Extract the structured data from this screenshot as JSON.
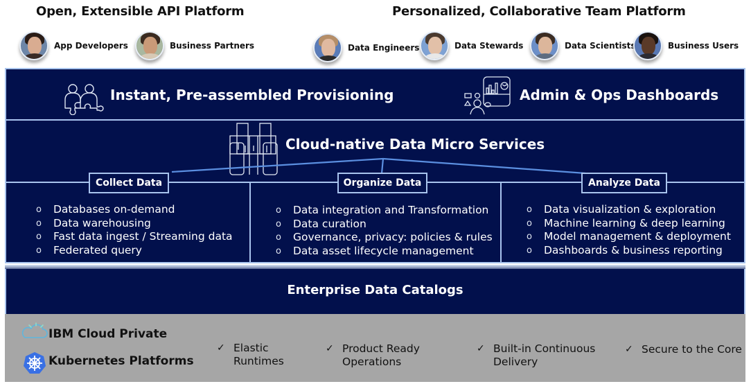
{
  "headings": {
    "api_platform": "Open, Extensible API Platform",
    "team_platform": "Personalized, Collaborative Team Platform"
  },
  "personas": [
    {
      "label": "App Developers",
      "icon": "avatar-app-developer"
    },
    {
      "label": "Business Partners",
      "icon": "avatar-business-partner"
    },
    {
      "label": "Data Engineers",
      "icon": "avatar-data-engineer"
    },
    {
      "label": "Data Stewards",
      "icon": "avatar-data-steward"
    },
    {
      "label": "Data Scientists",
      "icon": "avatar-data-scientist"
    },
    {
      "label": "Business Users",
      "icon": "avatar-business-user"
    }
  ],
  "top_band": {
    "provisioning": {
      "title": "Instant, Pre-assembled Provisioning",
      "icon": "puzzle-people-icon"
    },
    "dashboards": {
      "title": "Admin & Ops Dashboards",
      "icon": "dashboard-people-icon"
    }
  },
  "microservices": {
    "title": "Cloud-native Data Micro Services",
    "icon": "database-cluster-icon"
  },
  "columns": [
    {
      "tag": "Collect Data",
      "bullets": [
        "Databases on-demand",
        "Data warehousing",
        "Fast data ingest / Streaming data",
        "Federated query"
      ]
    },
    {
      "tag": "Organize Data",
      "bullets": [
        "Data integration and Transformation",
        "Data curation",
        "Governance, privacy: policies & rules",
        "Data asset lifecycle management"
      ]
    },
    {
      "tag": "Analyze Data",
      "bullets": [
        "Data visualization & exploration",
        "Machine learning & deep learning",
        "Model management & deployment",
        "Dashboards & business reporting"
      ]
    }
  ],
  "bullet_glyph": "o",
  "catalog": {
    "title": "Enterprise Data Catalogs"
  },
  "infrastructure": {
    "platforms": [
      {
        "label": "IBM Cloud Private",
        "icon": "ibm-cloud-icon"
      },
      {
        "label": "Kubernetes Platforms",
        "icon": "kubernetes-icon"
      }
    ],
    "check_glyph": "✓",
    "features": [
      {
        "text": "Elastic\nRuntimes"
      },
      {
        "text": "Product Ready\nOperations"
      },
      {
        "text": "Built-in Continuous\nDelivery"
      },
      {
        "text": "Secure to the Core"
      }
    ]
  },
  "colors": {
    "band_navy": "#02104c",
    "band_border": "#a9c4ee",
    "connector": "#5b8fe0",
    "strip_grey": "#a6a6a6"
  }
}
